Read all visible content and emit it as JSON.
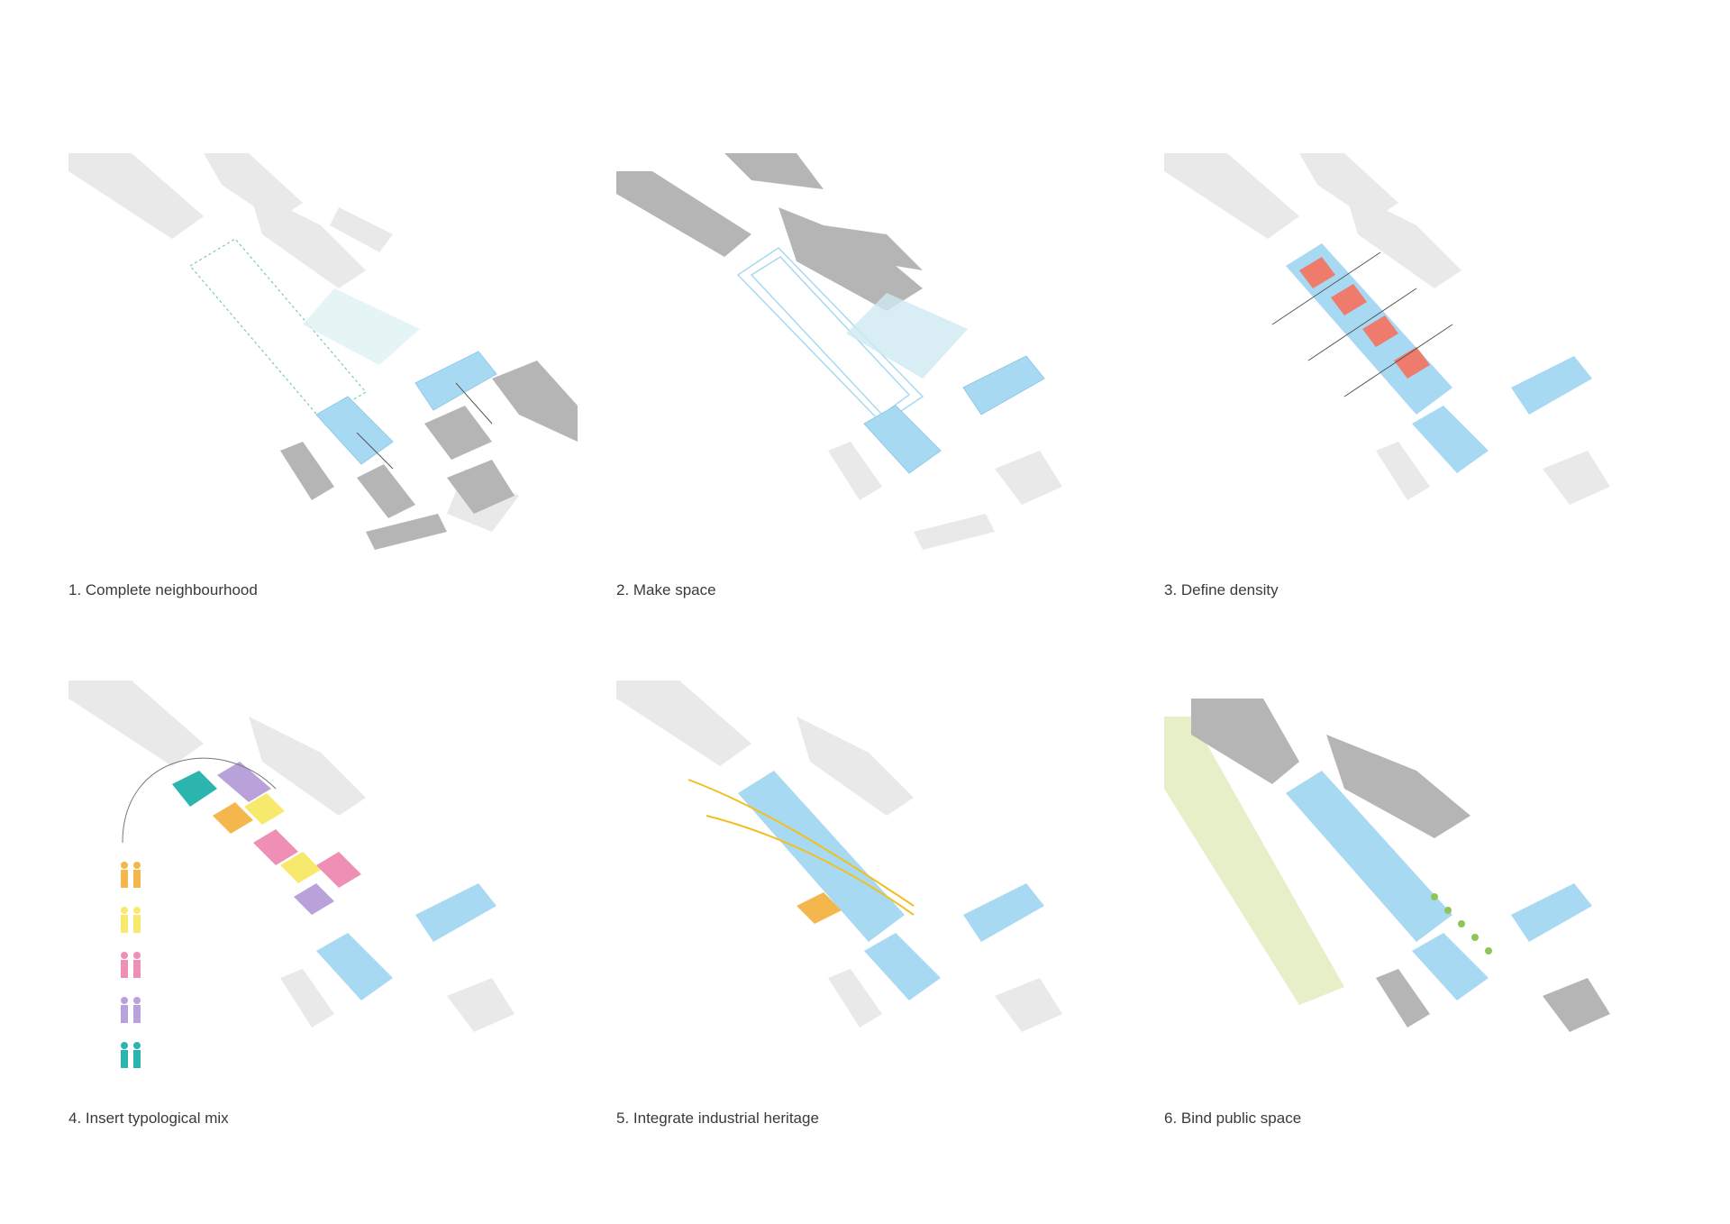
{
  "steps": [
    {
      "label": "1. Complete neighbourhood"
    },
    {
      "label": "2. Make space"
    },
    {
      "label": "3. Define density"
    },
    {
      "label": "4. Insert typological mix"
    },
    {
      "label": "5. Integrate industrial heritage"
    },
    {
      "label": "6. Bind public space"
    }
  ],
  "colors": {
    "context_light": "#e9e9e9",
    "context_dark": "#b5b5b5",
    "new_blocks": "#a8d9f2",
    "density": "#ee7b6b",
    "typology_teal": "#2bb5ae",
    "typology_purple": "#b9a2d9",
    "typology_yellow": "#f7e96b",
    "typology_orange": "#f3b74d",
    "typology_pink": "#ef8fb6",
    "heritage_line": "#f0c020",
    "park": "#e6efc8",
    "trees": "#8fc45a"
  }
}
